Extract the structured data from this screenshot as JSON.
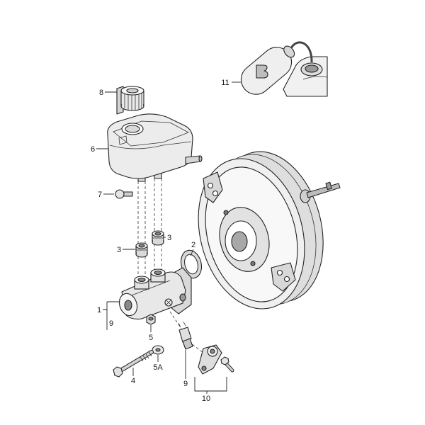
{
  "callouts": {
    "part_11": "11",
    "part_8": "8",
    "part_6": "6",
    "part_7": "7",
    "part_3_upper": "3",
    "part_3_lower": "3",
    "part_2": "2",
    "part_1": "1",
    "part_9_upper": "9",
    "part_5": "5",
    "part_5a": "5A",
    "part_4": "4",
    "part_9_lower": "9",
    "part_10": "10"
  },
  "colors": {
    "line": "#222222",
    "shade": "#e6e6e6",
    "background": "#ffffff"
  }
}
